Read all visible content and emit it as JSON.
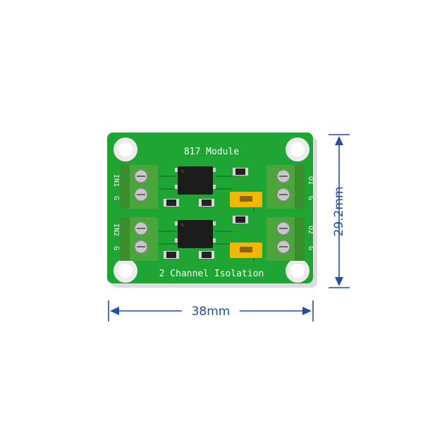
{
  "board": {
    "title": "817 Module",
    "subtitle": "2 Channel Isolation",
    "left_labels": {
      "in1": "IN1",
      "g1": "G",
      "in2": "IN2",
      "g2": "G"
    },
    "right_labels": {
      "o1": "O1",
      "g1": "G",
      "o2": "O2",
      "g2": "G"
    }
  },
  "dimensions": {
    "width_label": "38mm",
    "height_label": "29.2mm"
  },
  "colors": {
    "pcb": "#1fa534",
    "pcb_dark": "#128726",
    "terminal": "#4aa53a",
    "jumper": "#f2b705",
    "dim_line": "#1f4fa8"
  }
}
